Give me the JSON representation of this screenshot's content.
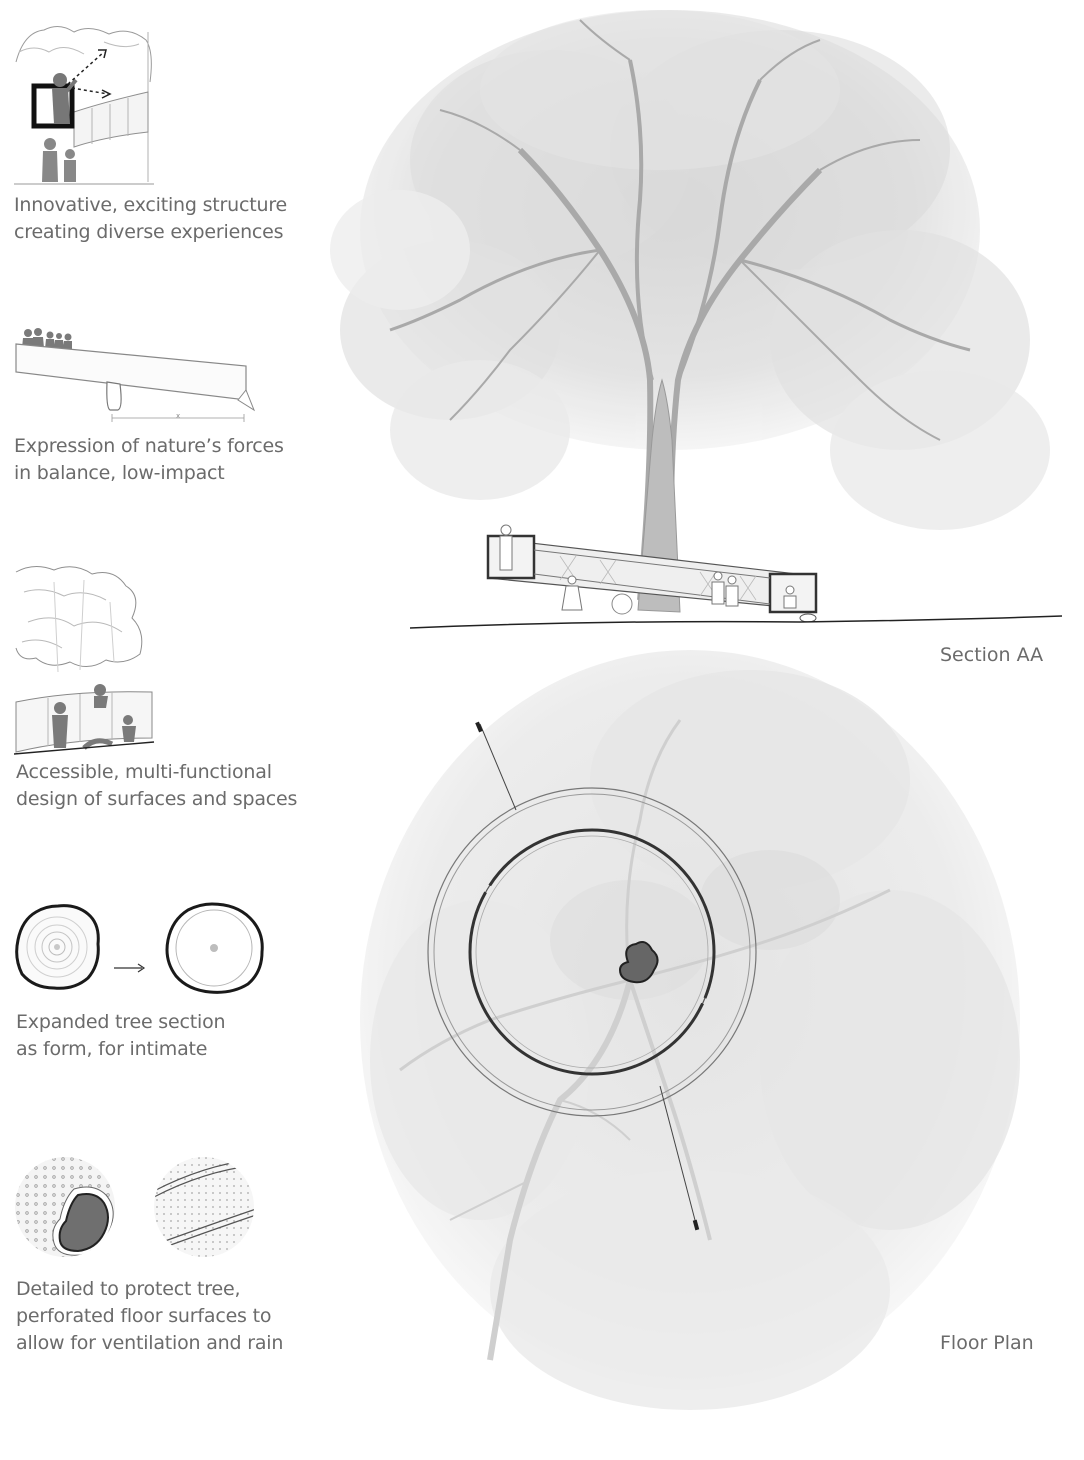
{
  "concepts": [
    {
      "lines": [
        "Innovative, exciting  structure",
        "creating diverse experiences"
      ],
      "icon": "viewing-box-icon"
    },
    {
      "lines": [
        "Expression of nature’s forces",
        "in balance, low-impact"
      ],
      "icon": "balance-beam-icon"
    },
    {
      "lines": [
        "Accessible, multi-functional",
        "design of surfaces and spaces"
      ],
      "icon": "interior-surfaces-icon"
    },
    {
      "lines": [
        "Expanded tree section",
        "as form, for intimate"
      ],
      "icon": "tree-section-icon"
    },
    {
      "lines": [
        "Detailed to protect tree,",
        "perforated floor surfaces to",
        "allow for ventilation and rain"
      ],
      "icon": "perforated-floor-icon"
    }
  ],
  "drawings": {
    "section_label": "Section AA",
    "plan_label": "Floor Plan"
  }
}
